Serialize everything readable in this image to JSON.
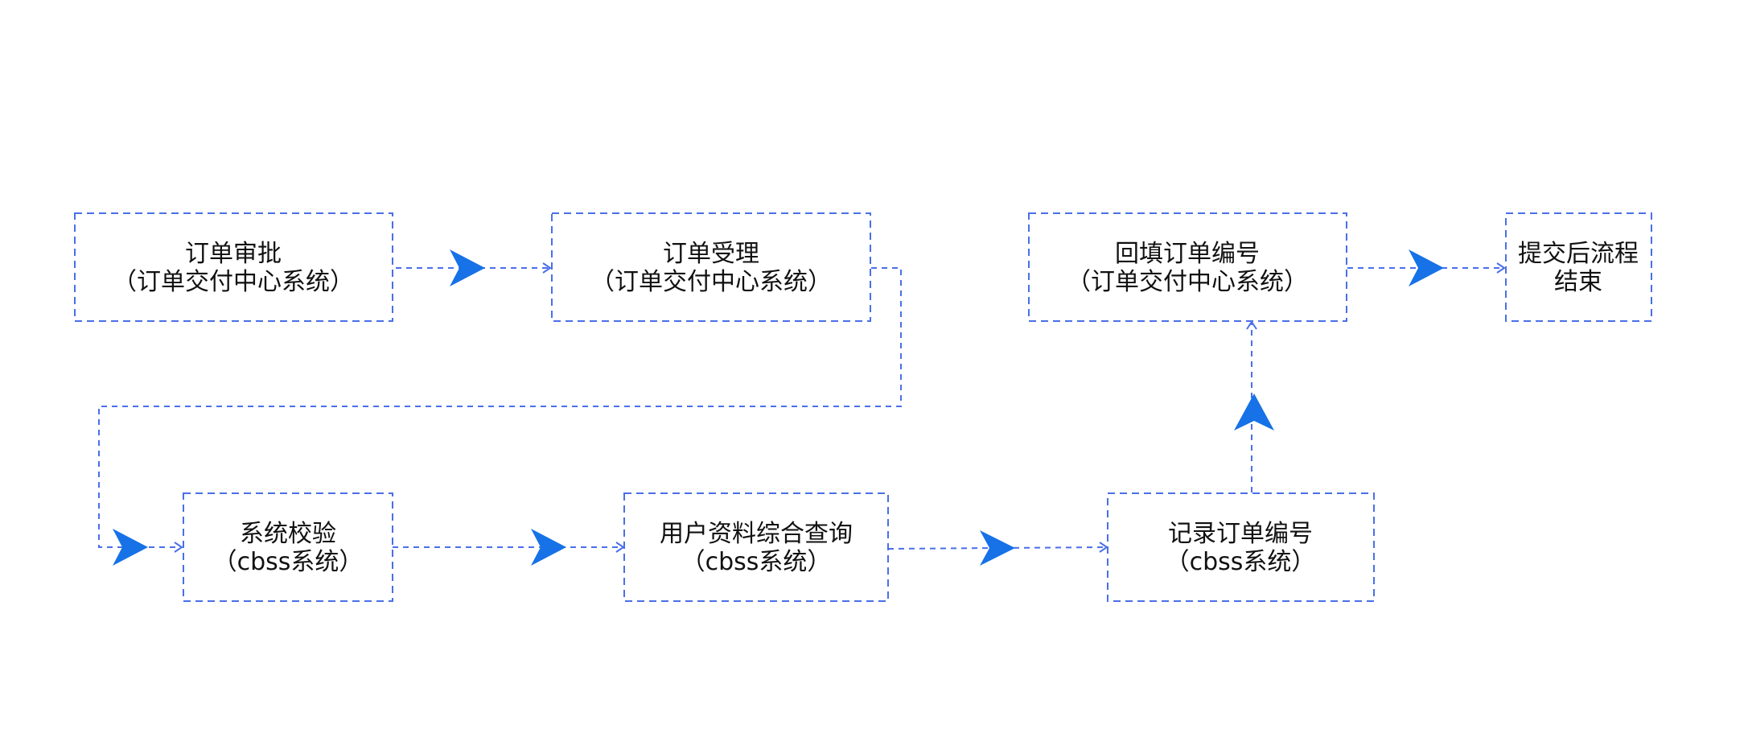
{
  "diagram": {
    "nodes": [
      {
        "id": "order-approval",
        "line1": "订单审批",
        "line2": "（订单交付中心系统）"
      },
      {
        "id": "order-acceptance",
        "line1": "订单受理",
        "line2": "（订单交付中心系统）"
      },
      {
        "id": "backfill-order-number",
        "line1": "回填订单编号",
        "line2": "（订单交付中心系统）"
      },
      {
        "id": "process-end",
        "line1": "提交后流程",
        "line2": "结束"
      },
      {
        "id": "system-validation",
        "line1": "系统校验",
        "line2": "（cbss系统）"
      },
      {
        "id": "user-info-query",
        "line1": "用户资料综合查询",
        "line2": "（cbss系统）"
      },
      {
        "id": "record-order-number",
        "line1": "记录订单编号",
        "line2": "（cbss系统）"
      }
    ],
    "edges": [
      {
        "from": "order-approval",
        "to": "order-acceptance"
      },
      {
        "from": "order-acceptance",
        "to": "system-validation"
      },
      {
        "from": "system-validation",
        "to": "user-info-query"
      },
      {
        "from": "user-info-query",
        "to": "record-order-number"
      },
      {
        "from": "record-order-number",
        "to": "backfill-order-number"
      },
      {
        "from": "backfill-order-number",
        "to": "process-end"
      }
    ],
    "colors": {
      "line": "#4a6fe8",
      "pointer": "#1672e6",
      "text": "#111111",
      "background": "#ffffff"
    }
  }
}
